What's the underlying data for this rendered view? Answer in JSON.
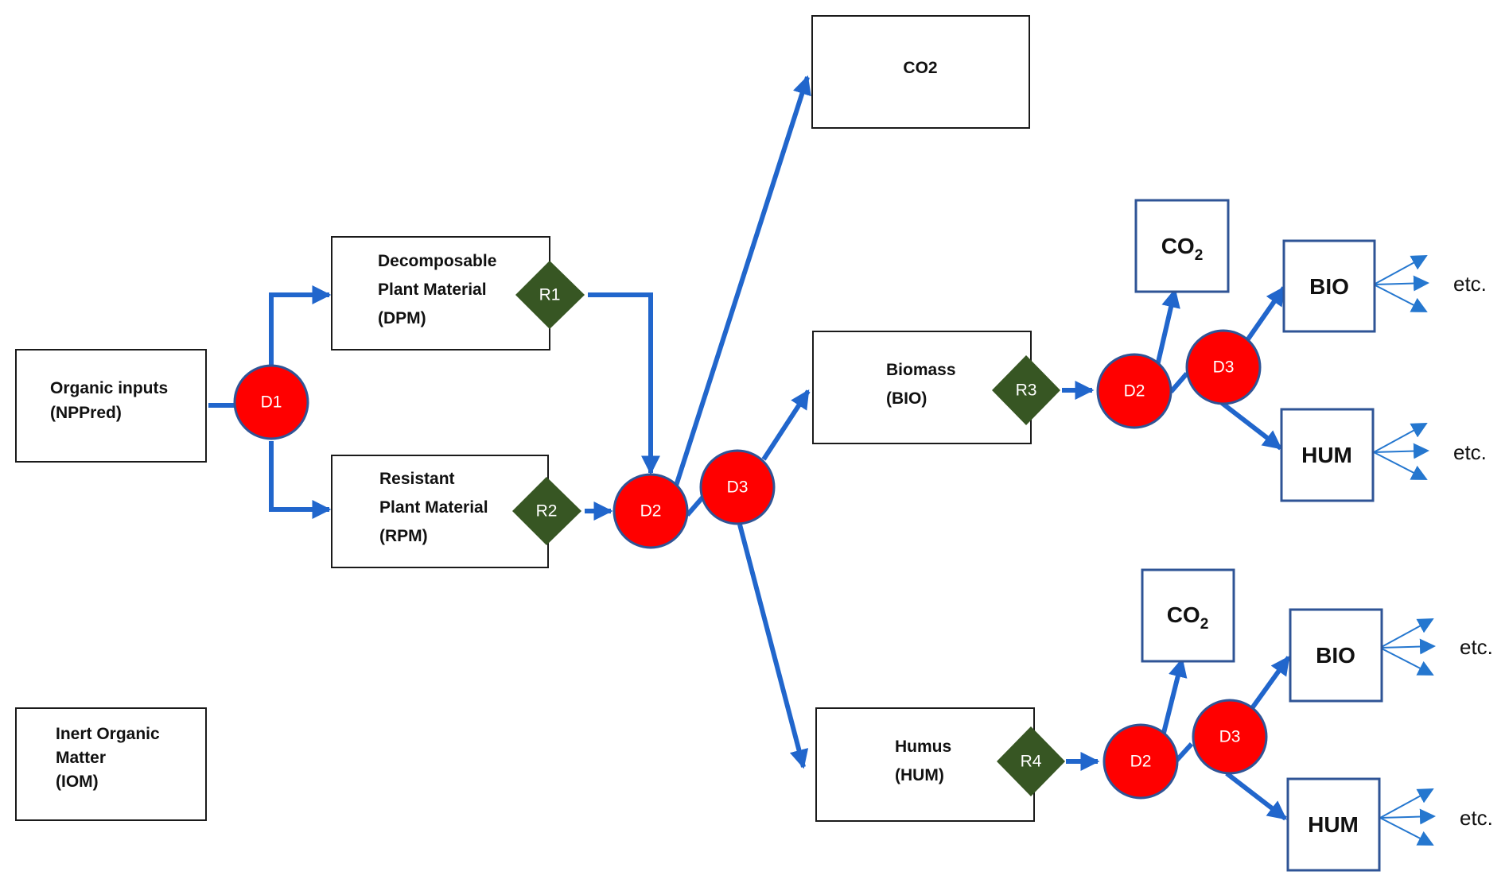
{
  "colors": {
    "flow_arrow": "#2166cc",
    "decay_node_fill": "#ff0000",
    "decay_node_border": "#2f5496",
    "rate_node_fill": "#375623",
    "output_box_border": "#2f5496"
  },
  "pools": {
    "organic_inputs": [
      "Organic inputs",
      "(NPPred)"
    ],
    "inert": [
      "Inert Organic",
      "Matter",
      "(IOM)"
    ],
    "dpm": [
      "Decomposable",
      "Plant Material",
      "(DPM)"
    ],
    "rpm": [
      "Resistant",
      "Plant Material",
      "(RPM)"
    ],
    "co2_main": "CO2",
    "biomass": [
      "Biomass",
      "(BIO)"
    ],
    "humus": [
      "Humus",
      "(HUM)"
    ]
  },
  "outputs": {
    "co2_base": "CO",
    "co2_subscript": "2",
    "bio": "BIO",
    "hum": "HUM",
    "etc": "etc."
  },
  "nodes": {
    "d1": "D1",
    "d2": "D2",
    "d3": "D3",
    "r1": "R1",
    "r2": "R2",
    "r3": "R3",
    "r4": "R4"
  }
}
